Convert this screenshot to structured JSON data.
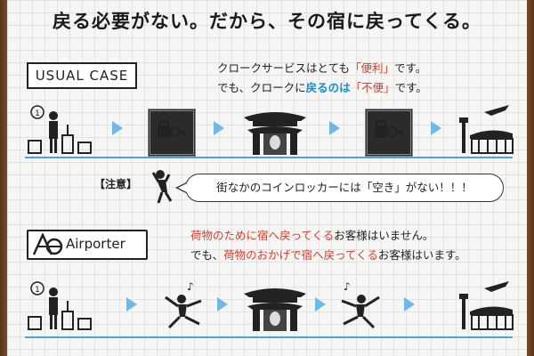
{
  "title": "戻る必要がない。だから、その宿に戻ってくる。",
  "usual_case": {
    "label": "USUAL CASE",
    "line1": {
      "a": "クロークサービスはとても",
      "b": "「便利」",
      "c": "です。"
    },
    "line2": {
      "a": "でも、クロークに",
      "b": "戻るのは",
      "c": "「不便」",
      "d": "です。"
    }
  },
  "notice": {
    "label": "【注意】",
    "bubble": "街なかのコインロッカーには「空き」がない！！！"
  },
  "airporter": {
    "logo_text": "Airporter",
    "line1": {
      "a": "荷物のために宿へ戻ってくる",
      "b": "お客様はいません。"
    },
    "line2": {
      "a": "でも、",
      "b": "荷物のおかげで宿へ戻ってくる",
      "c": "お客様はいます。"
    }
  },
  "colors": {
    "accent_red": "#e23a2a",
    "accent_blue": "#1e8fd0",
    "line_blue": "#4aa3df",
    "frame_brown": "#7a4a2a"
  },
  "icons": [
    "traveler-with-luggage-icon",
    "locker-key-icon",
    "temple-gate-icon",
    "airport-icon",
    "worried-person-icon",
    "jumping-person-icon",
    "music-note-icon"
  ]
}
